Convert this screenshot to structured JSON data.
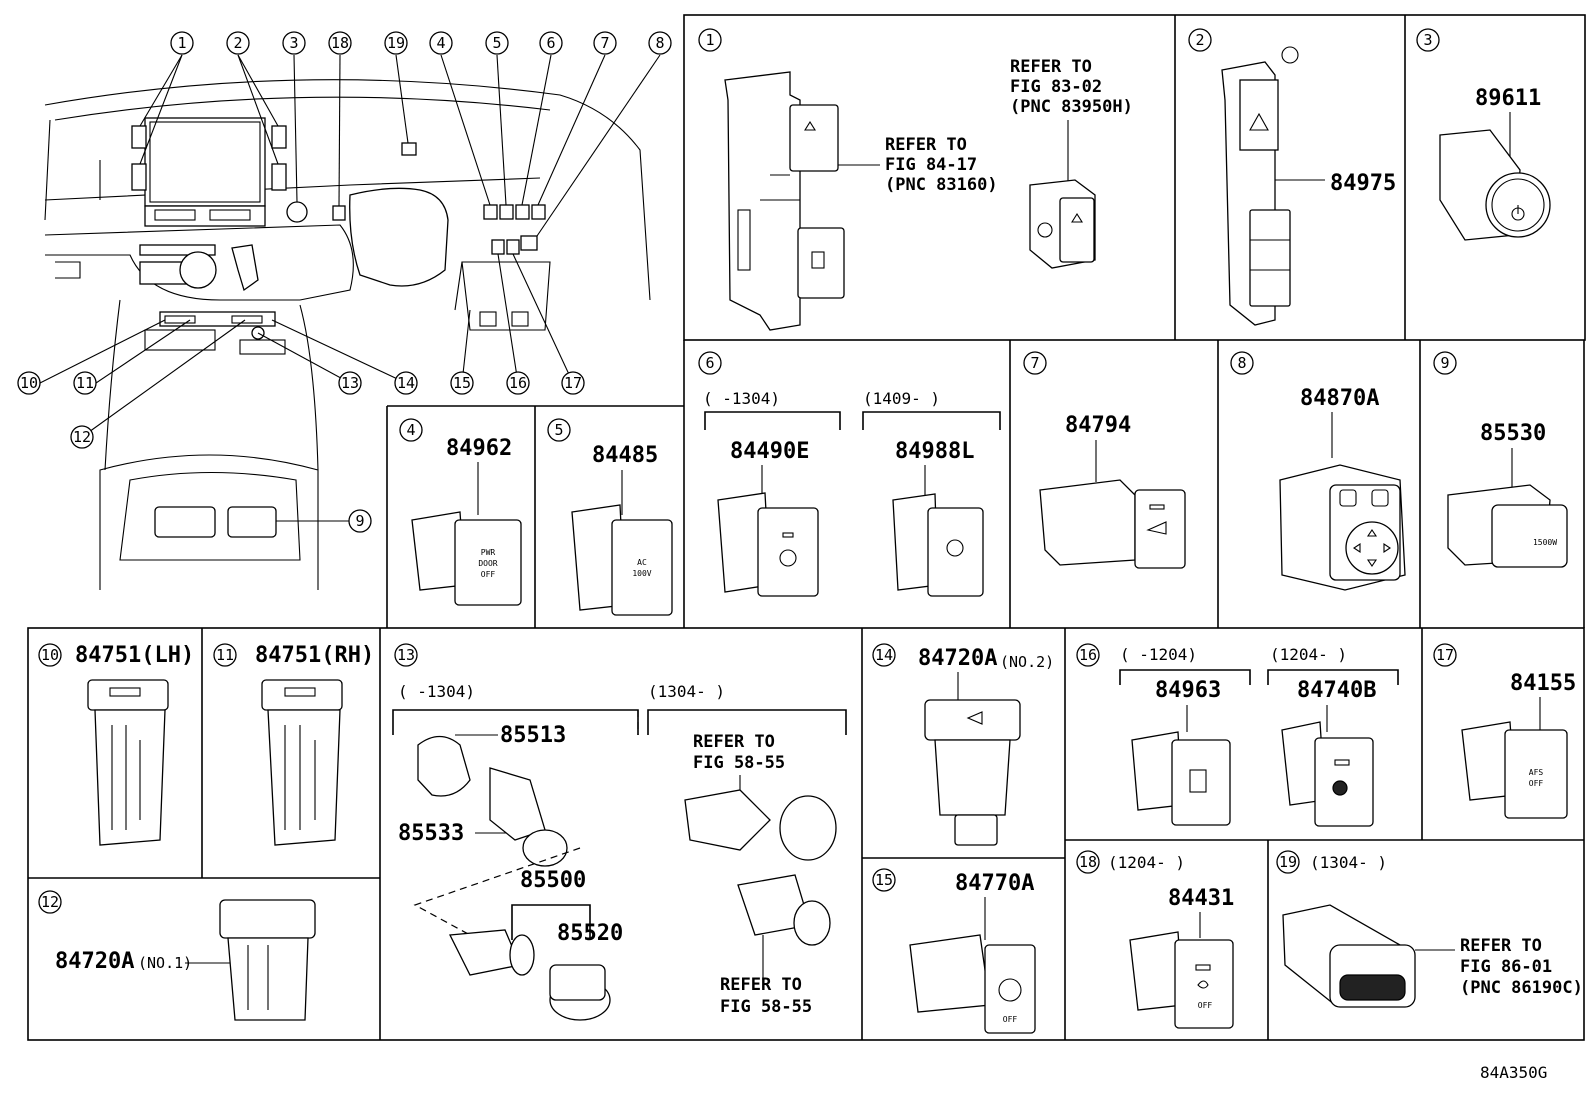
{
  "callouts": [
    "1",
    "2",
    "3",
    "4",
    "5",
    "6",
    "7",
    "8",
    "9",
    "10",
    "11",
    "12",
    "13",
    "14",
    "15",
    "16",
    "17",
    "18",
    "19"
  ],
  "p1": {
    "refer_a": [
      "REFER TO",
      "FIG 84-17",
      "(PNC 83160)"
    ],
    "refer_b": [
      "REFER TO",
      "FIG 83-02",
      "(PNC 83950H)"
    ]
  },
  "p2": {
    "part": "84975"
  },
  "p3": {
    "part": "89611"
  },
  "p4": {
    "part": "84962",
    "switch_text": [
      "PWR",
      "DOOR",
      "OFF"
    ]
  },
  "p5": {
    "part": "84485",
    "switch_text": [
      "AC",
      "100V"
    ]
  },
  "p6": {
    "range_a": "(     -1304)",
    "range_b": "(1409-     )",
    "part_a": "84490E",
    "part_b": "84988L"
  },
  "p7": {
    "part": "84794"
  },
  "p8": {
    "part": "84870A"
  },
  "p9": {
    "part": "85530",
    "switch_text": [
      "1500W"
    ]
  },
  "p10": {
    "part": "84751(LH)"
  },
  "p11": {
    "part": "84751(RH)"
  },
  "p12": {
    "part": "84720A",
    "suffix": "(NO.1)"
  },
  "p13": {
    "range_a": "(     -1304)",
    "range_b": "(1304-     )",
    "part_a": "85513",
    "part_b": "85533",
    "part_c": "85500",
    "part_d": "85520",
    "refer_a": [
      "REFER TO",
      "FIG 58-55"
    ],
    "refer_b": [
      "REFER TO",
      "FIG 58-55"
    ]
  },
  "p14": {
    "part": "84720A",
    "suffix": "(NO.2)"
  },
  "p15": {
    "part": "84770A",
    "switch_text": [
      "OFF"
    ]
  },
  "p16": {
    "range_a": "(     -1204)",
    "range_b": "(1204-     )",
    "part_a": "84963",
    "part_b": "84740B"
  },
  "p17": {
    "part": "84155",
    "switch_text": [
      "AFS",
      "OFF"
    ]
  },
  "p18": {
    "range": "(1204-     )",
    "part": "84431",
    "switch_text": [
      "OFF"
    ]
  },
  "p19": {
    "range": "(1304-     )",
    "refer": [
      "REFER TO",
      "FIG 86-01",
      "(PNC 86190C)"
    ]
  },
  "footer": {
    "code": "84A350G"
  }
}
